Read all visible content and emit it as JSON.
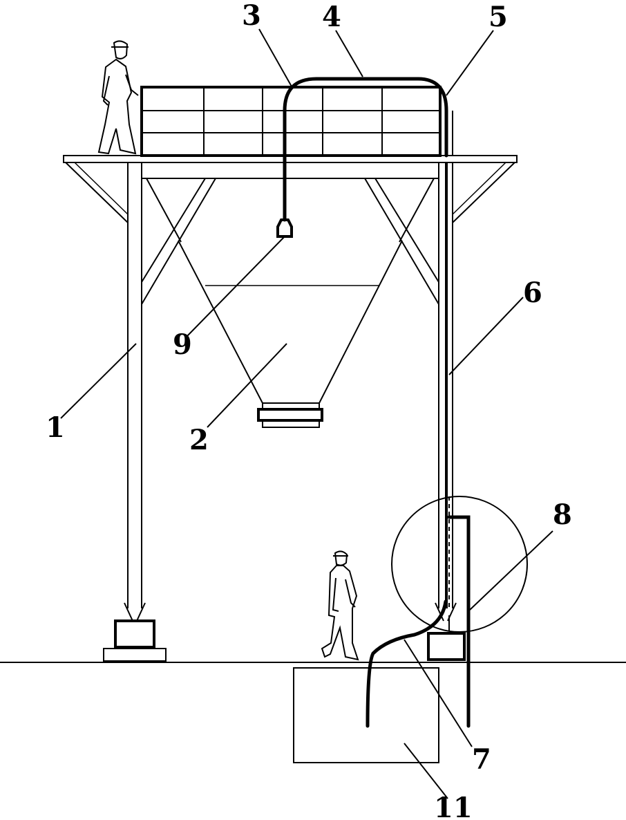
{
  "labels": {
    "frame": "1",
    "hopper": "2",
    "label3": "3",
    "label4": "4",
    "label5": "5",
    "pipe": "6",
    "label7": "7",
    "detail": "8",
    "label9": "9",
    "pit": "11"
  }
}
